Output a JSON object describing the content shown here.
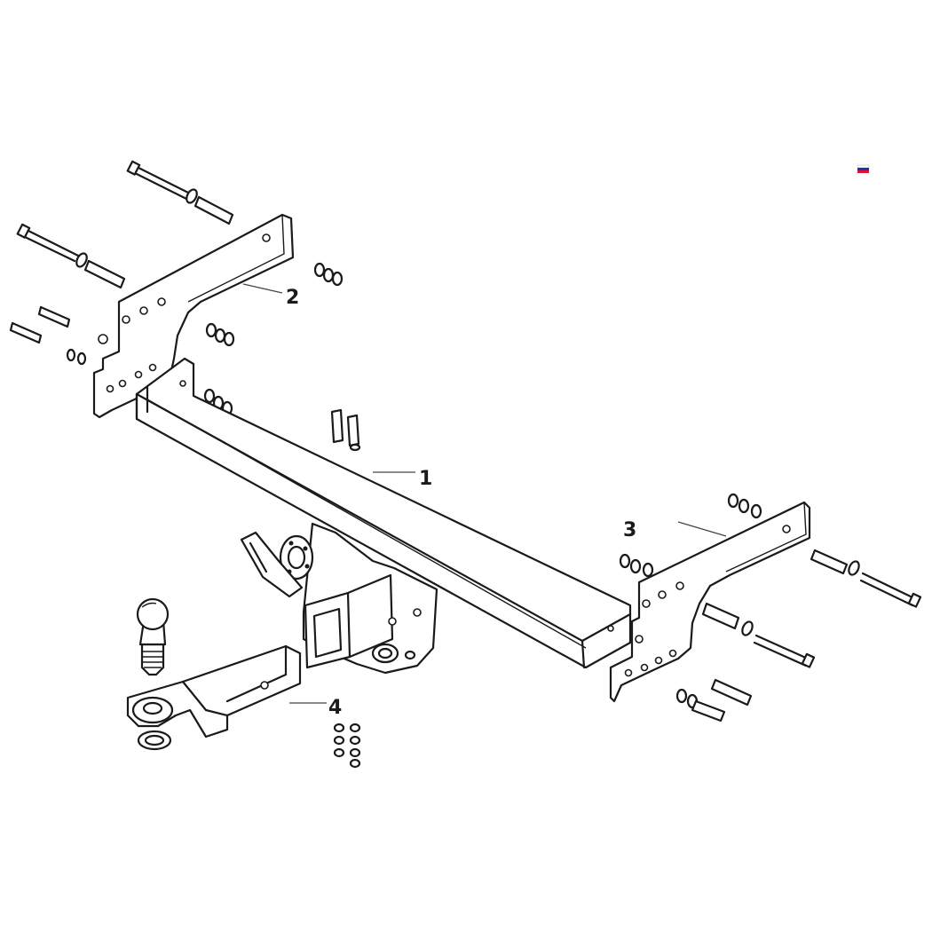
{
  "callouts": [
    {
      "id": "1",
      "text": "1"
    },
    {
      "id": "2",
      "text": "2"
    },
    {
      "id": "3",
      "text": "3"
    },
    {
      "id": "4",
      "text": "4"
    }
  ],
  "flag_colors": {
    "top": "#ffffff",
    "middle": "#2233aa",
    "bottom": "#dd1133"
  }
}
